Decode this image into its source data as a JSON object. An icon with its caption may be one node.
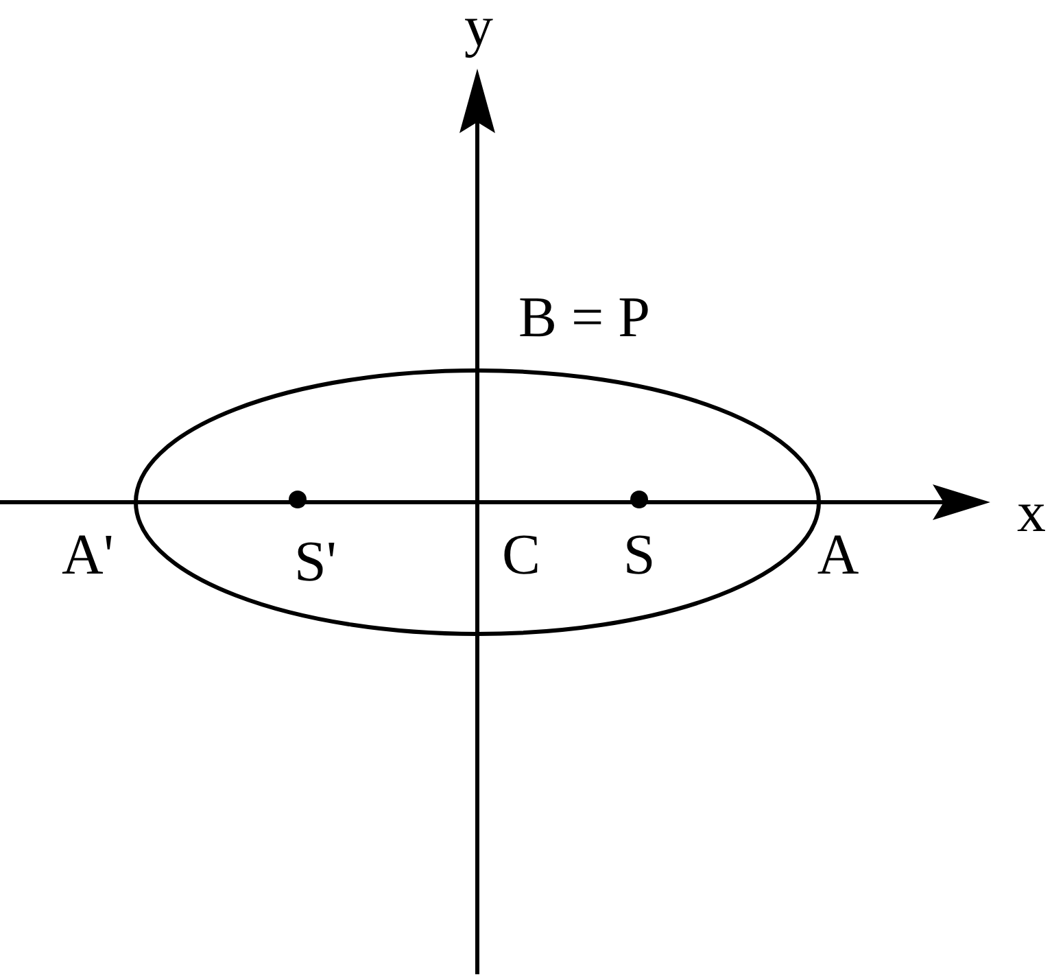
{
  "diagram": {
    "labels": [
      "y",
      "B = P",
      "x",
      "A'",
      "S'",
      "C",
      "S",
      "A"
    ]
  }
}
